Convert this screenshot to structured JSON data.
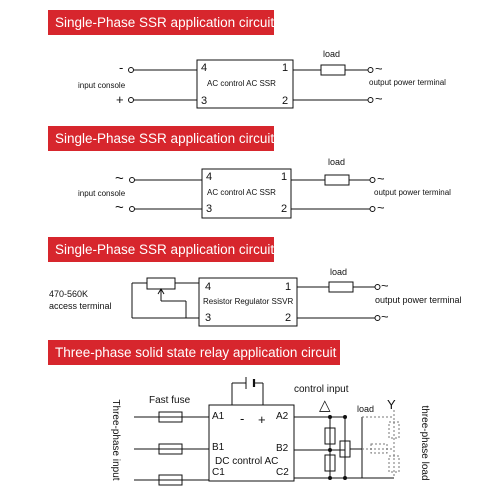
{
  "circuit1": {
    "title": "Single-Phase SSR application circuit",
    "device_label": "AC control AC SSR",
    "pins": [
      "4",
      "1",
      "3",
      "2"
    ],
    "input_label": "input console",
    "input_symbols": [
      "-",
      "+"
    ],
    "load_label": "load",
    "output_label": "output power terminal",
    "output_symbols": [
      "~",
      "~"
    ]
  },
  "circuit2": {
    "title": "Single-Phase SSR application circuit",
    "device_label": "AC control AC SSR",
    "pins": [
      "4",
      "1",
      "3",
      "2"
    ],
    "input_label": "input console",
    "input_symbols": [
      "~",
      "~"
    ],
    "load_label": "load",
    "output_label": "output power terminal",
    "output_symbols": [
      "~",
      "~"
    ]
  },
  "circuit3": {
    "title": "Single-Phase SSR application circuit",
    "device_label": "Resistor Regulator SSVR",
    "pins": [
      "4",
      "1",
      "3",
      "2"
    ],
    "resistor_range": "470-560K",
    "resistor_label": "access terminal",
    "load_label": "load",
    "output_label": "output power terminal",
    "output_symbols": [
      "~",
      "~"
    ]
  },
  "circuit4": {
    "title": "Three-phase solid state relay application circuit",
    "fuse_label": "Fast fuse",
    "control_label": "control input",
    "control_symbols": [
      "-",
      "+"
    ],
    "pins": [
      "A1",
      "A2",
      "B1",
      "B2",
      "C1",
      "C2"
    ],
    "device_label": "DC control AC",
    "load_label": "load",
    "delta_symbol": "△",
    "y_symbol": "Y",
    "input_side_label": "Three-phase input",
    "load_side_label": "three-phase load"
  }
}
